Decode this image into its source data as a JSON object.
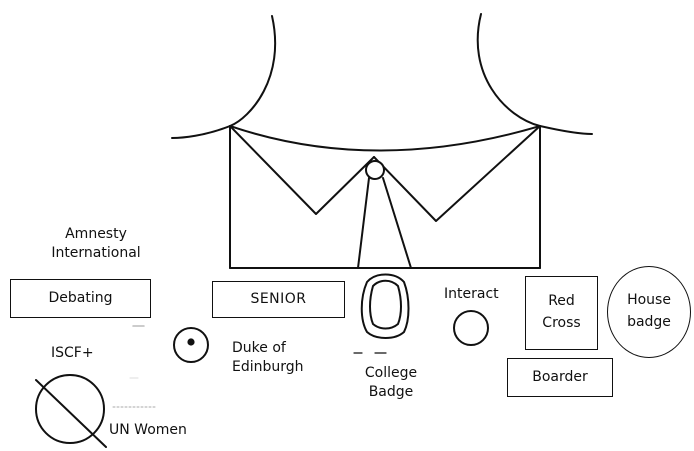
{
  "labels": {
    "amnesty_line1": "Amnesty",
    "amnesty_line2": "International",
    "debating": "Debating",
    "senior": "SENIOR",
    "interact": "Interact",
    "red_cross_line1": "Red",
    "red_cross_line2": "Cross",
    "house_line1": "House",
    "house_line2": "badge",
    "iscf": "ISCF+",
    "duke_line1": "Duke of",
    "duke_line2": "Edinburgh",
    "college_line1": "College",
    "college_line2": "Badge",
    "boarder": "Boarder",
    "un_women": "UN Women"
  },
  "icons": {
    "shirt": "shirt-collar-tie-icon",
    "college_badge": "shield-crest-icon",
    "interact_badge": "circle-icon",
    "duke_badge": "dotted-circle-icon",
    "un_women_badge": "crossed-circle-icon"
  },
  "colors": {
    "ink": "#111111",
    "background": "#ffffff"
  }
}
